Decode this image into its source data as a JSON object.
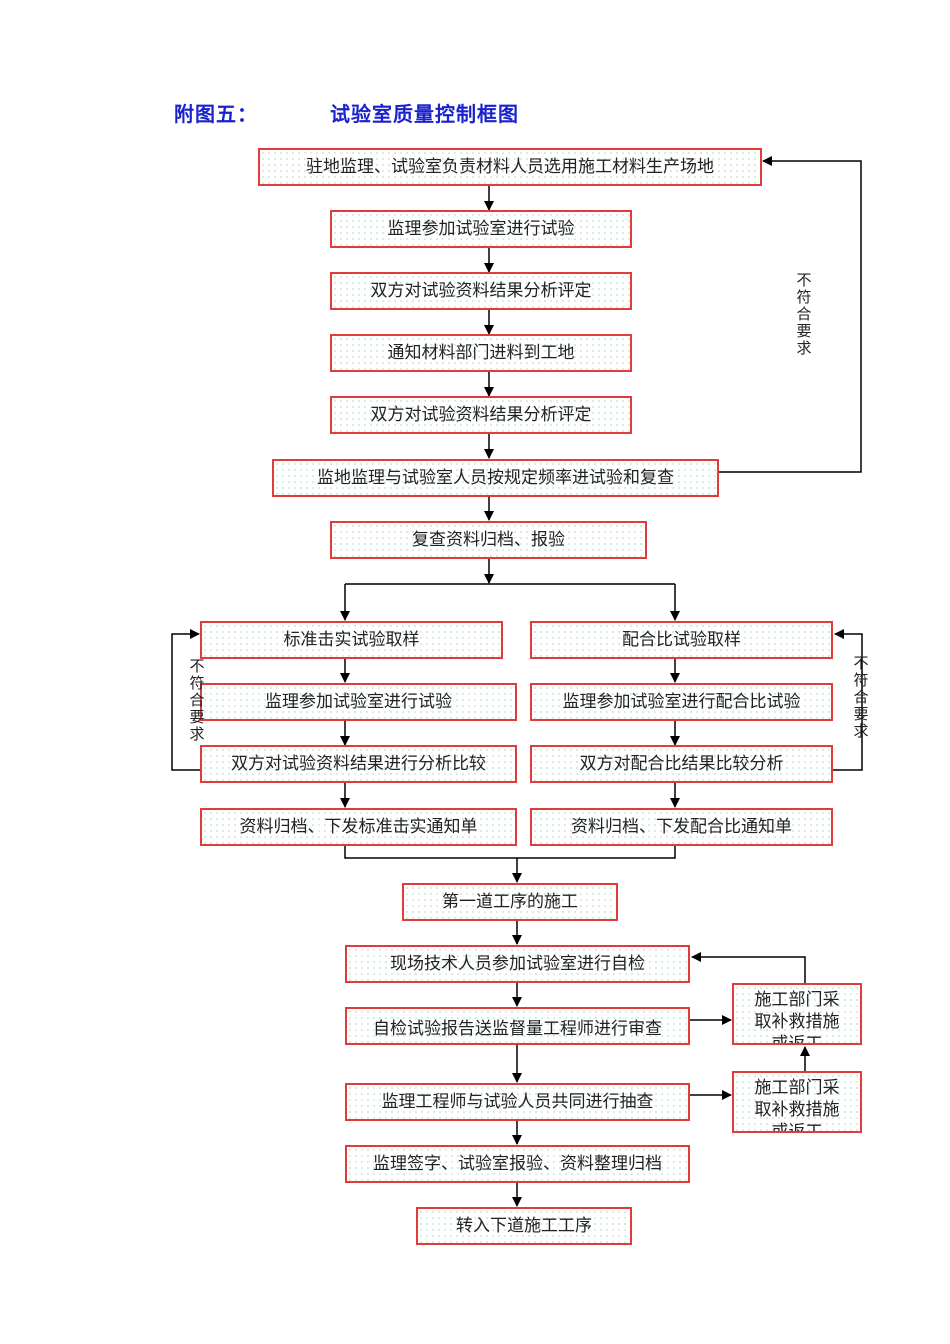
{
  "header": {
    "figure_label": "附图五：",
    "title": "试验室质量控制框图"
  },
  "main_flow": [
    "驻地监理、试验室负责材料人员选用施工材料生产场地",
    "监理参加试验室进行试验",
    "双方对试验资料结果分析评定",
    "通知材料部门进料到工地",
    "双方对试验资料结果分析评定",
    "监地监理与试验室人员按规定频率进试验和复查",
    "复查资料归档、报验"
  ],
  "left_branch": [
    "标准击实试验取样",
    "监理参加试验室进行试验",
    "双方对试验资料结果进行分析比较",
    "资料归档、下发标准击实通知单"
  ],
  "right_branch": [
    "配合比试验取样",
    "监理参加试验室进行配合比试验",
    "双方对配合比结果比较分析",
    "资料归档、下发配合比通知单"
  ],
  "lower_flow": [
    "第一道工序的施工",
    "现场技术人员参加试验室进行自检",
    "自检试验报告送监督量工程师进行审查",
    "监理工程师与试验人员共同进行抽查",
    "监理签字、试验室报验、资料整理归档",
    "转入下道施工工序"
  ],
  "remedy_boxes": [
    "施工部门采取补救措施或返工",
    "施工部门采取补救措施或返工"
  ],
  "loop_labels": {
    "top": "不符合要求",
    "left": "不符合要求",
    "right": "不符合要求"
  }
}
